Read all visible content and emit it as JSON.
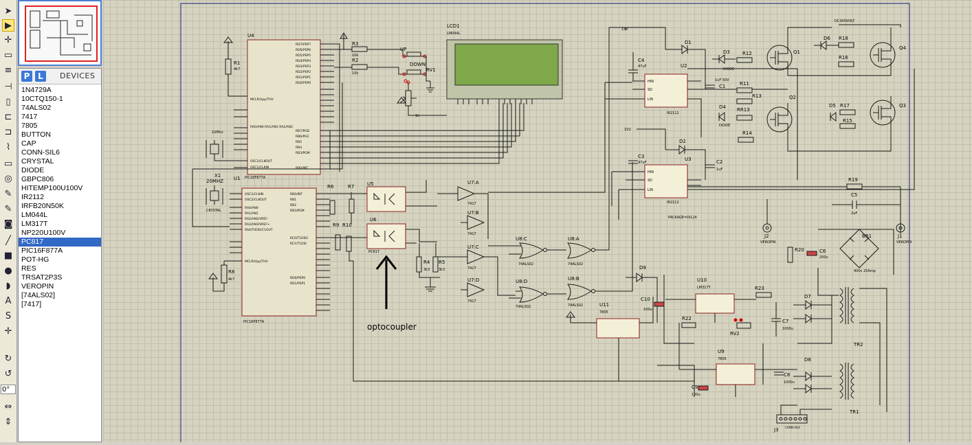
{
  "sidebar": {
    "title": "DEVICES",
    "pick_label": "P",
    "library_label": "L",
    "devices": [
      "1N4729A",
      "10CTQ150-1",
      "74ALS02",
      "7417",
      "7805",
      "BUTTON",
      "CAP",
      "CONN-SIL6",
      "CRYSTAL",
      "DIODE",
      "GBPC806",
      "HITEMP100U100V",
      "IR2112",
      "IRFB20N50K",
      "LM044L",
      "LM317T",
      "NP220U100V",
      "PC817",
      "PIC16F877A",
      "POT-HG",
      "RES",
      "TRSAT2P3S",
      "VEROPIN",
      "[74ALS02]",
      "[7417]"
    ],
    "selected_device": "PC817"
  },
  "toolbar": {
    "rotation": "0°"
  },
  "schematic": {
    "u4": {
      "ref": "U4",
      "part": "PIC16F877A"
    },
    "u1": {
      "ref": "U1",
      "part": "PIC16F877A"
    },
    "lcd": {
      "ref": "LCD1",
      "part": "LM044L"
    },
    "x1": {
      "ref": "X1",
      "freq": "20MHZ",
      "part": "CRYSTAL"
    },
    "xtal_top": "10Mhz",
    "r1": {
      "ref": "R1",
      "value": "4k7"
    },
    "r8": {
      "ref": "R8",
      "value": "4k7"
    },
    "r2": {
      "ref": "R2",
      "value": "10k"
    },
    "r3": {
      "ref": "R3",
      "value": "10k"
    },
    "rv1": {
      "ref": "RV1",
      "value": "1k"
    },
    "up": "UP",
    "down": "DOWN",
    "r6": "R6",
    "r7": "R7",
    "r9": "R9",
    "r10": "R10",
    "r4": {
      "ref": "R4",
      "value": "3k3"
    },
    "r5": {
      "ref": "R5",
      "value": "3k3"
    },
    "u5": {
      "ref": "U5",
      "part": "PC817"
    },
    "u6": {
      "ref": "U6",
      "part": "PC817"
    },
    "u7a": "U7:A",
    "u7b": "U7:B",
    "u7c": "U7:C",
    "u7d": "U7:D",
    "gate7417": "7417",
    "u8a": "U8:A",
    "u8b": "U8:B",
    "u8c": "U8:C",
    "u8d": "U8:D",
    "gate74": "74ALS02",
    "u11": {
      "ref": "U11",
      "part": "7805"
    },
    "u9": {
      "ref": "U9",
      "part": "7805"
    },
    "u10": {
      "ref": "U10",
      "part": "LM317T"
    },
    "u2": {
      "ref": "U2",
      "part": "IR2112"
    },
    "u3": {
      "ref": "U3",
      "part": "IR2112"
    },
    "package": "PACKAGE=DIL14",
    "c4": {
      "ref": "C4",
      "value": "47uF"
    },
    "c3": {
      "ref": "C3",
      "value": "47uF"
    },
    "c1": {
      "ref": "C1",
      "value": "1uF 50V"
    },
    "c2": {
      "ref": "C2",
      "value": "1uF"
    },
    "c5": {
      "ref": "C5",
      "value": "2uF"
    },
    "c6": {
      "ref": "C6",
      "value": "200u"
    },
    "c7": {
      "ref": "C7",
      "value": "1000u"
    },
    "c8": {
      "ref": "C8",
      "value": "1000u"
    },
    "c9": {
      "ref": "C9",
      "value": "100u"
    },
    "c10": {
      "ref": "C10",
      "value": "100u"
    },
    "d1": "D1",
    "d2": "D2",
    "d3": "D3",
    "d4": "D4",
    "d5": "D5",
    "d6": "D6",
    "d7": "D7",
    "d8": "D8",
    "d9": "D9",
    "diode": "DIODE",
    "q1": "Q1",
    "q2": "Q2",
    "q3": "Q3",
    "q4": "Q4",
    "r11": "R11",
    "r12": "R12",
    "r13": "R13",
    "r14": "R14",
    "rr13": "RR13",
    "r15": "R15",
    "r16": "R16",
    "r17": "R17",
    "r18": "R18",
    "r19": "R19",
    "r20": "R20",
    "r22": "R22",
    "r23": "R23",
    "rv2": "RV2",
    "br1": {
      "ref": "BR1",
      "value": "400v 25Amp"
    },
    "tr1": "TR1",
    "tr2": "TR2",
    "j1": "J1",
    "j2": "J2",
    "j3": "J3",
    "veropin": "VEROPIN",
    "conn": "CONN-SIL6",
    "dc300": "DC300VOLT",
    "v15": "15V",
    "annotation": "optocoupler"
  }
}
